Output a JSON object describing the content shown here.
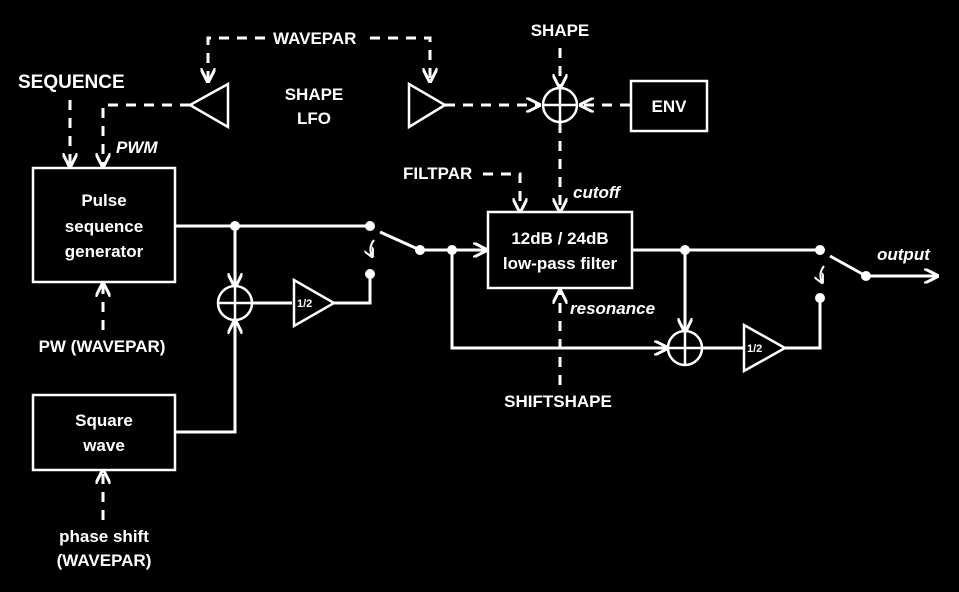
{
  "labels": {
    "sequence": "SEQUENCE",
    "pwm": "PWM",
    "wavepar_top": "WAVEPAR",
    "shape_lfo_line1": "SHAPE",
    "shape_lfo_line2": "LFO",
    "shape_top": "SHAPE",
    "env": "ENV",
    "filtpar": "FILTPAR",
    "cutoff": "cutoff",
    "pulse_line1": "Pulse",
    "pulse_line2": "sequence",
    "pulse_line3": "generator",
    "pw_wavepar": "PW (WAVEPAR)",
    "square_line1": "Square",
    "square_line2": "wave",
    "phase_line1": "phase shift",
    "phase_line2": "(WAVEPAR)",
    "half_left": "1/2",
    "half_right": "1/2",
    "filter_line1": "12dB / 24dB",
    "filter_line2": "low-pass filter",
    "resonance": "resonance",
    "shiftshape": "SHIFTSHAPE",
    "output": "output"
  }
}
